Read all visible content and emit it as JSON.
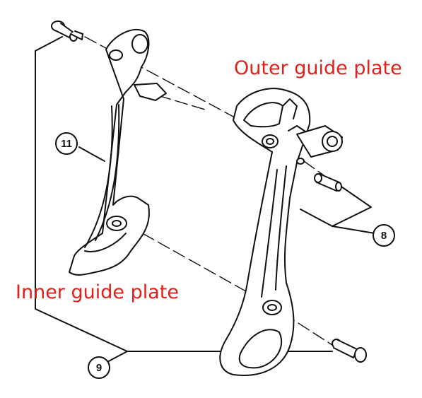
{
  "labels": {
    "outer_guide_plate": "Outer guide plate",
    "inner_guide_plate": "Inner guide plate"
  },
  "callouts": {
    "part_8": "8",
    "part_9": "9",
    "part_11": "11"
  },
  "colors": {
    "caption": "#e0201b",
    "line_art": "#111111",
    "part_fill": "#ffffff",
    "part_shade": "#c8c8c8"
  }
}
